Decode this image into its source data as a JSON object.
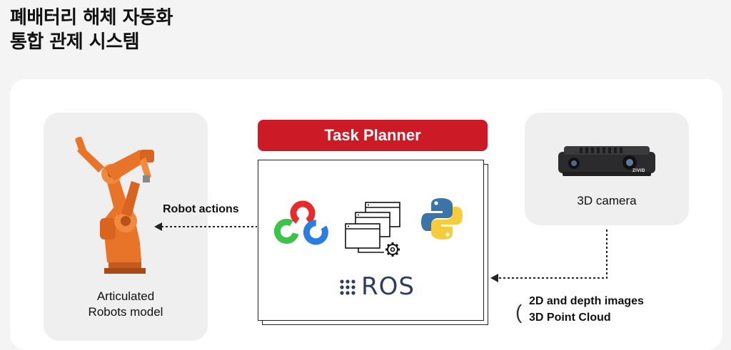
{
  "title": {
    "line1": "폐배터리 해체 자동화",
    "line2": "통합 관제 시스템"
  },
  "left_card": {
    "label_line1": "Articulated",
    "label_line2": "Robots model",
    "image_icon": "industrial-robot-arm-icon"
  },
  "right_card": {
    "label": "3D camera",
    "image_icon": "3d-camera-icon",
    "camera_brand": "ZIVID"
  },
  "task_planner": {
    "label": "Task Planner",
    "icons": [
      "opencv-logo-icon",
      "windows-settings-icon",
      "python-logo-icon"
    ],
    "ros_label": "ROS"
  },
  "arrows": {
    "robot_actions": "Robot actions",
    "camera_data_line1": "2D and depth images",
    "camera_data_line2": "3D Point Cloud"
  },
  "colors": {
    "accent_red": "#cc1a26",
    "robot_orange": "#e8742a",
    "ros_navy": "#2f3d5c"
  }
}
